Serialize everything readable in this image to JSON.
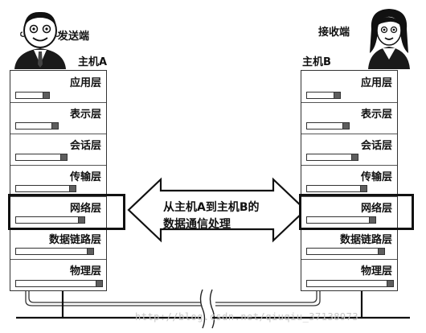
{
  "sender": {
    "role": "发送端",
    "host": "主机A"
  },
  "receiver": {
    "role": "接收端",
    "host": "主机B"
  },
  "layers": [
    {
      "name": "应用层"
    },
    {
      "name": "表示层"
    },
    {
      "name": "会话层"
    },
    {
      "name": "传输层"
    },
    {
      "name": "网络层"
    },
    {
      "name": "数据链路层"
    },
    {
      "name": "物理层"
    }
  ],
  "highlighted_layer": "网络层",
  "center_label": {
    "line1": "从主机A到主机B的",
    "line2": "数据通信处理"
  },
  "watermark": "http://blog.csdn.net/qiuqiu_37138973",
  "icons": {
    "sender": "man-avatar-icon",
    "receiver": "woman-avatar-icon",
    "direction_down": "down-arrow-icon",
    "direction_up": "up-arrow-icon",
    "path_break": "wavy-break-icon"
  }
}
